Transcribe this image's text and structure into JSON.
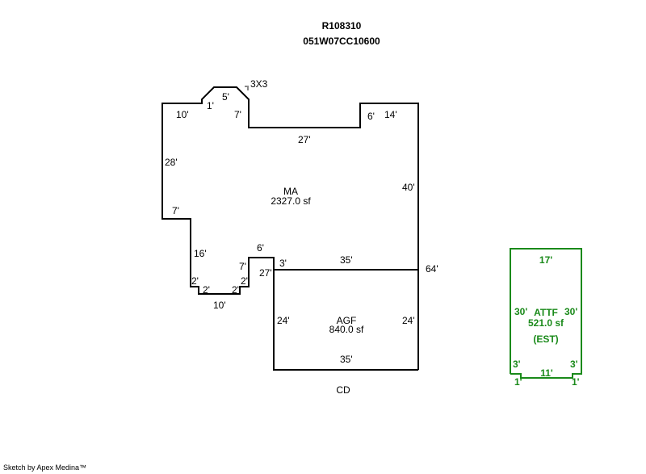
{
  "header": {
    "parcel_id": "R108310",
    "map_number": "051W07CC10600"
  },
  "colors": {
    "outline": "#000000",
    "addition": "#1a8a1a",
    "marker": "#888888"
  },
  "areas": {
    "ma": {
      "code": "MA",
      "area": "2327.0 sf"
    },
    "agf": {
      "code": "AGF",
      "area": "840.0 sf"
    },
    "attf": {
      "code": "ATTF",
      "area": "521.0 sf",
      "note": "(EST)"
    }
  },
  "ma_dims": [
    "10'",
    "1'",
    "5'",
    "7'",
    "3X3",
    "27'",
    "6'",
    "14'",
    "28'",
    "40'",
    "7'",
    "16'",
    "6'",
    "7'",
    "27'",
    "2'",
    "2'",
    "2'",
    "2'",
    "10'",
    "64'"
  ],
  "agf_dims": [
    "3'",
    "35'",
    "24'",
    "24'",
    "35'"
  ],
  "attf_dims": [
    "17'",
    "30'",
    "30'",
    "3'",
    "3'",
    "11'",
    "1'",
    "1'"
  ],
  "below_label": "CD",
  "footer": {
    "credit": "Sketch by Apex Medina™"
  }
}
